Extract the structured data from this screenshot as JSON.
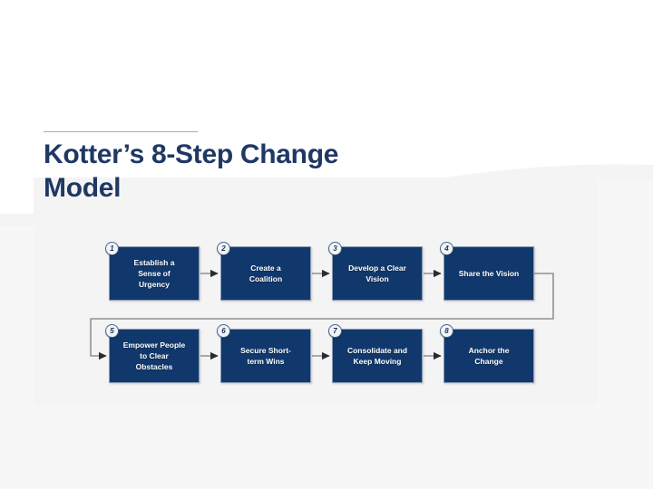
{
  "slide": {
    "title": "Kotter’s 8-Step Change\nModel",
    "background_color": "#ffffff",
    "panel_color": "#f4f4f5",
    "title_color": "#1f3864",
    "box_color": "#11386c",
    "box_text_color": "#ffffff",
    "connector_color": "#8f9194",
    "badge_color": "#f2f3f5"
  },
  "diagram": {
    "name": "kotter-8-step-change-model",
    "type": "flowchart",
    "flow_direction": "left-to-right, wrapping to second row",
    "steps": [
      {
        "number": "1",
        "label": "Establish a\nSense of\nUrgency"
      },
      {
        "number": "2",
        "label": "Create a\nCoalition"
      },
      {
        "number": "3",
        "label": "Develop a Clear\nVision"
      },
      {
        "number": "4",
        "label": "Share the Vision"
      },
      {
        "number": "5",
        "label": "Empower People\nto Clear\nObstacles"
      },
      {
        "number": "6",
        "label": "Secure Short-\nterm Wins"
      },
      {
        "number": "7",
        "label": "Consolidate and\nKeep Moving"
      },
      {
        "number": "8",
        "label": "Anchor the\nChange"
      }
    ]
  }
}
